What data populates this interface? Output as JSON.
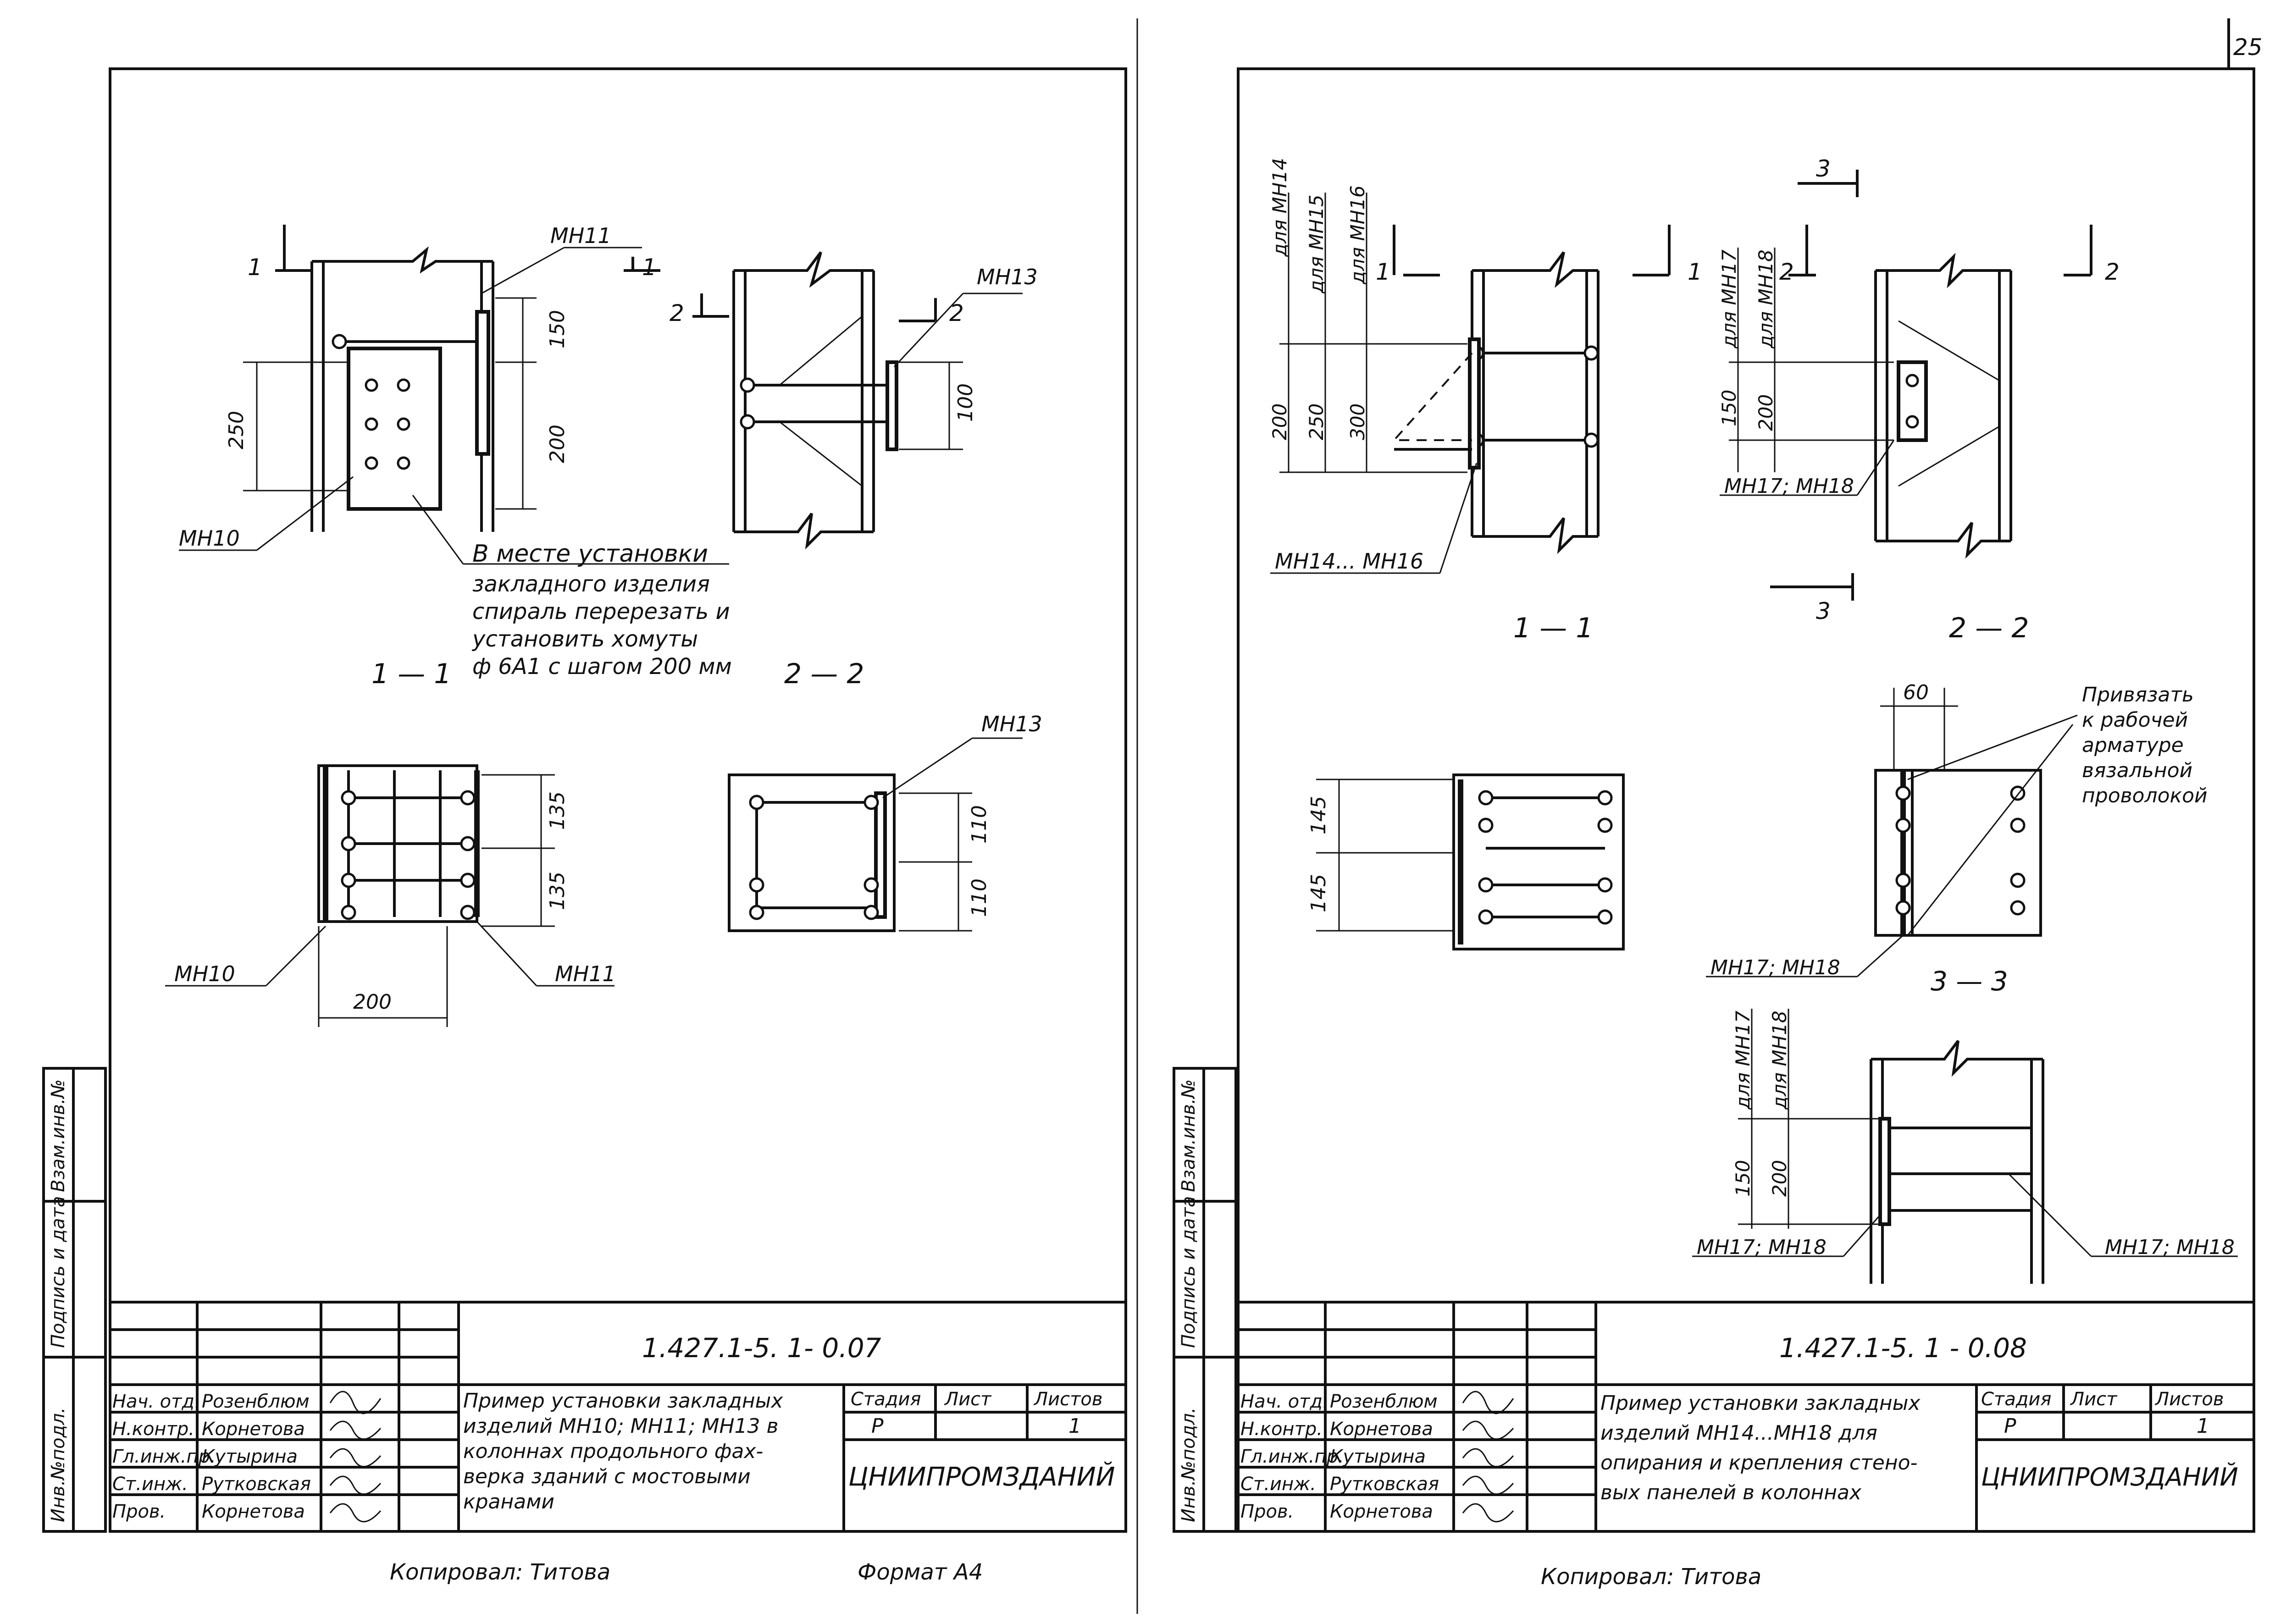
{
  "sheet_number": "25",
  "left_sheet": {
    "labels": {
      "mn11_top": "МН11",
      "mn13_top": "МН13",
      "mn10_elev": "МН10",
      "mn13_plan": "МН13",
      "mn10_plan": "МН10",
      "mn11_plan": "МН11"
    },
    "section_marks": {
      "s1": "1",
      "s2": "2"
    },
    "dims": {
      "d150": "150",
      "d200": "200",
      "d250": "250",
      "d100": "100",
      "d135a": "135",
      "d135b": "135",
      "d110a": "110",
      "d110b": "110",
      "d200b": "200"
    },
    "note": [
      "В месте установки",
      "закладного изделия",
      "спираль перерезать и",
      "установить хомуты",
      "ф 6А1 с шагом 200 мм"
    ],
    "view_titles": {
      "v1": "1 — 1",
      "v2": "2 — 2"
    },
    "title_block": {
      "code": "1.427.1-5. 1- 0.07",
      "title": [
        "Пример установки закладных",
        "изделий МН10; МН11; МН13 в",
        "колоннах продольного фах-",
        "верка зданий с мостовыми",
        "кранами"
      ],
      "stage_head": "Стадия",
      "sheet_head": "Лист",
      "sheets_head": "Листов",
      "stage": "Р",
      "sheets": "1",
      "org": "ЦНИИПРОМЗДАНИЙ",
      "roles": [
        "Нач. отд.",
        "Н.контр.",
        "Гл.инж.пр.",
        "Ст.инж.",
        "Пров."
      ],
      "names": [
        "Розенблюм",
        "Корнетова",
        "Кутырина",
        "Рутковская",
        "Корнетова"
      ],
      "side_labels": [
        "Инв.№подл.",
        "Подпись и дата",
        "Взам.инв.№"
      ],
      "copied": "Копировал: Титова",
      "format": "Формат А4"
    }
  },
  "right_sheet": {
    "labels": {
      "mn14_mn16": "МН14... МН16",
      "mn17_mn18_a": "МН17; МН18",
      "mn17_mn18_b": "МН17; МН18",
      "mn17_mn18_c": "МН17; МН18",
      "mn17_mn18_d": "МН17; МН18",
      "for_mn14": "для МН14",
      "for_mn15": "для МН15",
      "for_mn16": "для МН16",
      "for_mn17": "для МН17",
      "for_mn18": "для МН18",
      "for_mn17_b": "для МН17",
      "for_mn18_b": "для МН18"
    },
    "section_marks": {
      "s1": "1",
      "s2": "2",
      "s3": "3"
    },
    "dims": {
      "d200": "200",
      "d250": "250",
      "d300": "300",
      "d150": "150",
      "d200b": "200",
      "d145a": "145",
      "d145b": "145",
      "d60": "60",
      "d150b": "150",
      "d200c": "200"
    },
    "note": [
      "Привязать",
      "к рабочей",
      "арматуре",
      "вязальной",
      "проволокой"
    ],
    "view_titles": {
      "v1": "1 — 1",
      "v2": "2 — 2",
      "v3": "3 — 3"
    },
    "title_block": {
      "code": "1.427.1-5. 1 - 0.08",
      "title": [
        "Пример установки закладных",
        "изделий МН14...МН18 для",
        "опирания и крепления стено-",
        "вых панелей в колоннах"
      ],
      "stage_head": "Стадия",
      "sheet_head": "Лист",
      "sheets_head": "Листов",
      "stage": "Р",
      "sheets": "1",
      "org": "ЦНИИПРОМЗДАНИЙ",
      "roles": [
        "Нач. отд.",
        "Н.контр.",
        "Гл.инж.пр.",
        "Ст.инж.",
        "Пров."
      ],
      "names": [
        "Розенблюм",
        "Корнетова",
        "Кутырина",
        "Рутковская",
        "Корнетова"
      ],
      "side_labels": [
        "Инв.№подл.",
        "Подпись и дата",
        "Взам.инв.№"
      ],
      "copied": "Копировал: Титова"
    }
  }
}
